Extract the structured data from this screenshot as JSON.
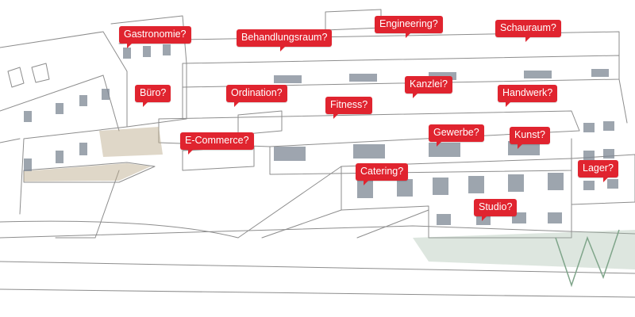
{
  "colors": {
    "label_bg": "#e0242f",
    "label_text": "#ffffff",
    "sketch_line": "#8d8d8d",
    "window": "#7d8794",
    "greenery": "#9fb8a3",
    "balcony": "#b8a784"
  },
  "labels": {
    "gastronomie": "Gastronomie?",
    "behandlungsraum": "Behandlungsraum?",
    "engineering": "Engineering?",
    "schauraum": "Schauraum?",
    "buero": "Büro?",
    "ordination": "Ordination?",
    "kanzlei": "Kanzlei?",
    "handwerk": "Handwerk?",
    "fitness": "Fitness?",
    "ecommerce": "E-Commerce?",
    "gewerbe": "Gewerbe?",
    "kunst": "Kunst?",
    "catering": "Catering?",
    "lager": "Lager?",
    "studio": "Studio?"
  }
}
